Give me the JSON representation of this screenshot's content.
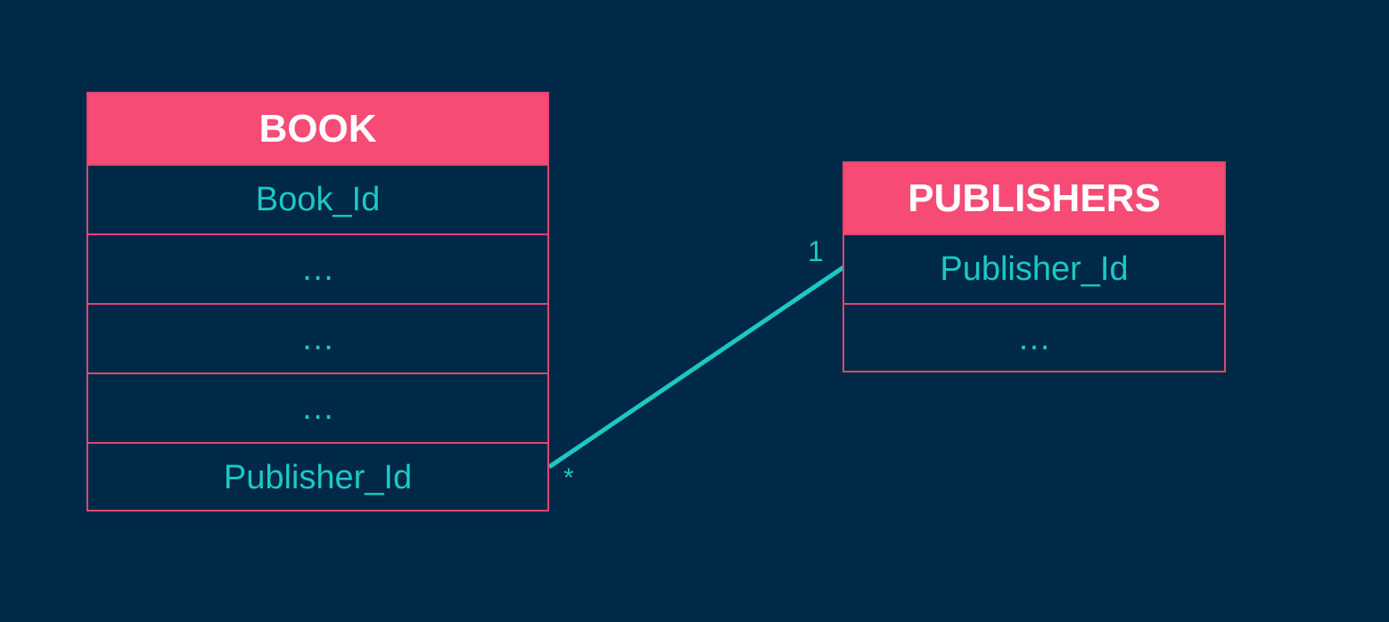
{
  "entities": {
    "book": {
      "name": "BOOK",
      "fields": [
        "Book_Id",
        "…",
        "…",
        "…",
        "Publisher_Id"
      ]
    },
    "publishers": {
      "name": "PUBLISHERS",
      "fields": [
        "Publisher_Id",
        "…"
      ]
    }
  },
  "relationship": {
    "from_entity": "BOOK",
    "from_field": "Publisher_Id",
    "from_cardinality": "*",
    "to_entity": "PUBLISHERS",
    "to_field": "Publisher_Id",
    "to_cardinality": "1"
  },
  "colors": {
    "background": "#002847",
    "header": "#f64b75",
    "border": "#e0466e",
    "field_text": "#1cc8c4",
    "header_text": "#ffffff",
    "connector": "#1cc8c4"
  }
}
